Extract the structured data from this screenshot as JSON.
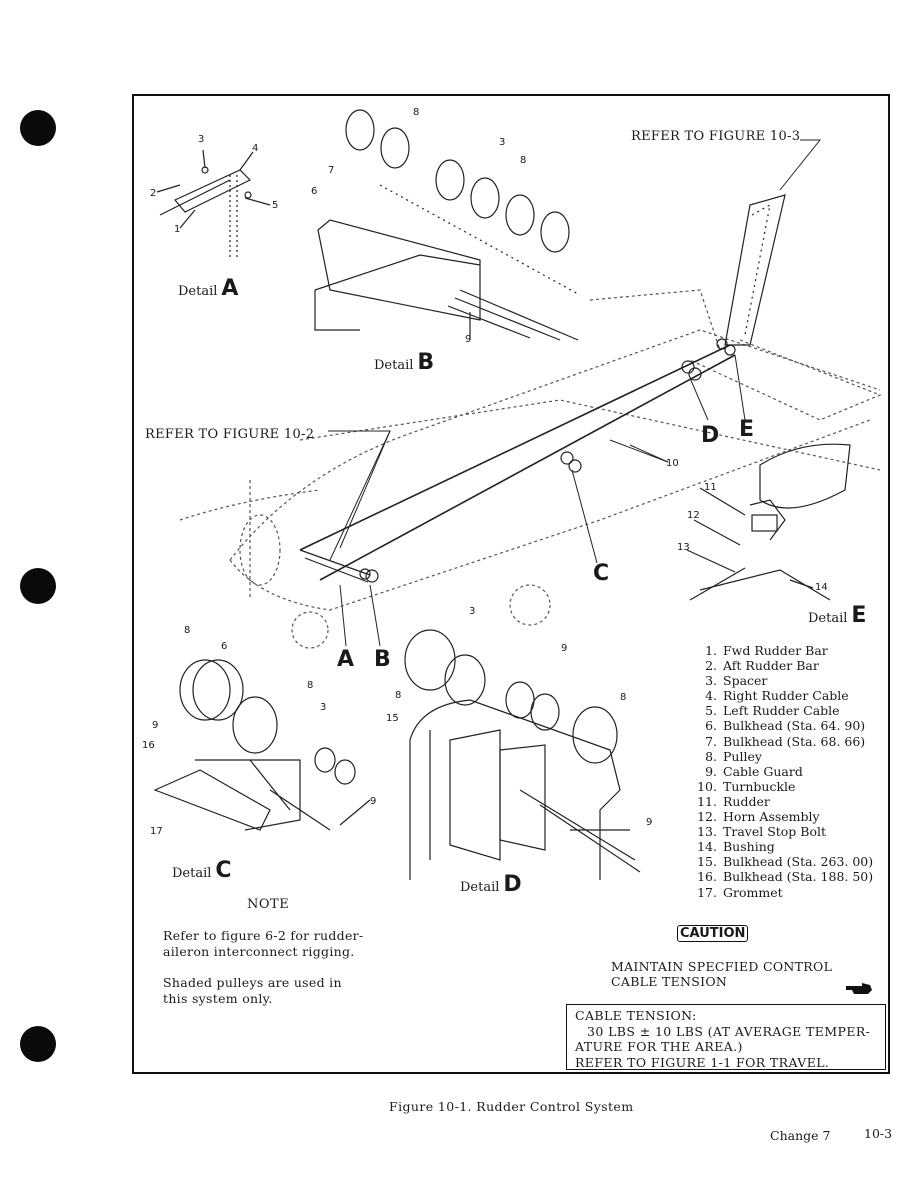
{
  "references": {
    "top_right": "REFER TO FIGURE 10-3",
    "left": "REFER TO FIGURE 10-2"
  },
  "details": {
    "a": {
      "word": "Detail",
      "letter": "A"
    },
    "b": {
      "word": "Detail",
      "letter": "B"
    },
    "c": {
      "word": "Detail",
      "letter": "C"
    },
    "d": {
      "word": "Detail",
      "letter": "D"
    },
    "e": {
      "word": "Detail",
      "letter": "E"
    }
  },
  "callout_letters": {
    "a": "A",
    "b": "B",
    "c": "C",
    "d": "D",
    "e": "E"
  },
  "callout_numbers": {
    "detail_a": [
      "3",
      "4",
      "2",
      "5",
      "1"
    ],
    "detail_b": [
      "8",
      "3",
      "8",
      "7",
      "6",
      "9"
    ],
    "main": [
      "10"
    ],
    "detail_e": [
      "11",
      "12",
      "13",
      "14"
    ],
    "detail_c": [
      "8",
      "6",
      "8",
      "3",
      "9",
      "16",
      "17",
      "9"
    ],
    "detail_d": [
      "3",
      "9",
      "8",
      "8",
      "15",
      "9"
    ]
  },
  "legend": [
    {
      "n": "1.",
      "label": "Fwd Rudder Bar"
    },
    {
      "n": "2.",
      "label": "Aft Rudder Bar"
    },
    {
      "n": "3.",
      "label": "Spacer"
    },
    {
      "n": "4.",
      "label": "Right Rudder Cable"
    },
    {
      "n": "5.",
      "label": "Left Rudder Cable"
    },
    {
      "n": "6.",
      "label": "Bulkhead (Sta. 64. 90)"
    },
    {
      "n": "7.",
      "label": "Bulkhead (Sta. 68. 66)"
    },
    {
      "n": "8.",
      "label": "Pulley"
    },
    {
      "n": "9.",
      "label": "Cable Guard"
    },
    {
      "n": "10.",
      "label": "Turnbuckle"
    },
    {
      "n": "11.",
      "label": "Rudder"
    },
    {
      "n": "12.",
      "label": "Horn Assembly"
    },
    {
      "n": "13.",
      "label": "Travel Stop Bolt"
    },
    {
      "n": "14.",
      "label": "Bushing"
    },
    {
      "n": "15.",
      "label": "Bulkhead (Sta. 263. 00)"
    },
    {
      "n": "16.",
      "label": "Bulkhead (Sta. 188. 50)"
    },
    {
      "n": "17.",
      "label": "Grommet"
    }
  ],
  "note": {
    "title": "NOTE",
    "line1": "Refer to figure 6-2 for rudder-",
    "line2": "aileron interconnect rigging.",
    "line3": "Shaded pulleys are used in",
    "line4": "this system only."
  },
  "caution": {
    "badge": "CAUTION",
    "line1": "MAINTAIN SPECFIED CONTROL",
    "line2": "CABLE  TENSION"
  },
  "tension": {
    "line1": "CABLE TENSION:",
    "line2": "30 LBS ± 10 LBS (AT AVERAGE TEMPER-",
    "line3": "ATURE FOR THE AREA.)",
    "line4": "REFER TO FIGURE 1-1 FOR TRAVEL."
  },
  "footer": {
    "caption": "Figure 10-1.  Rudder Control System",
    "change": "Change 7",
    "page": "10-3"
  }
}
